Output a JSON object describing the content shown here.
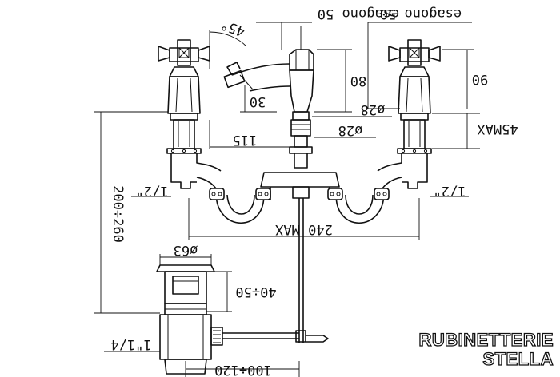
{
  "brand": {
    "line1": "RUBINETTERIE",
    "line2": "STELLA"
  },
  "dimensions": {
    "hex_left": "esagono 50",
    "hex_right": "esagono 50",
    "angle": "45°",
    "spout_height": "80",
    "spout_offset": "30",
    "handle_height": "90",
    "diam_upper": "ø28",
    "diam_lower": "ø28",
    "max_depth": "45MAX",
    "reach": "115",
    "thread_left": "1/2\"",
    "thread_right": "1/2\"",
    "overall_height": "200÷260",
    "spread": "240 MAX",
    "waste_diam": "ø63",
    "waste_height": "40÷50",
    "waste_thread": "1\"1/4",
    "waste_range": "100÷120"
  }
}
